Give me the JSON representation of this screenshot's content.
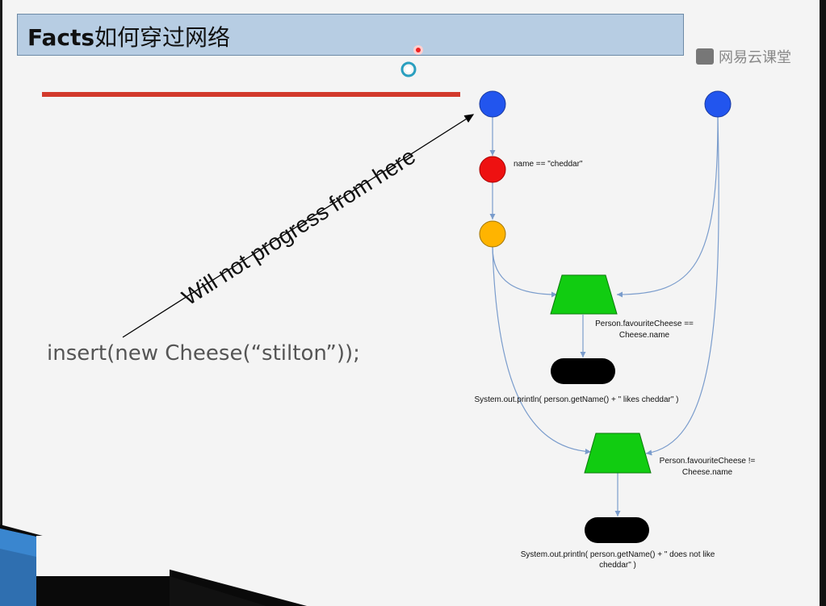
{
  "slide": {
    "title_latin": "Facts",
    "title_cjk": "如何穿过网络",
    "brand": "网易云课堂",
    "code": "insert(new Cheese(“stilton”));",
    "annotation": "Will not progress from here"
  },
  "diagram": {
    "nodes": {
      "object_type_cheese": {
        "color": "#2255ee"
      },
      "object_type_person": {
        "color": "#2255ee"
      },
      "alpha_node": {
        "color": "#ee1111",
        "label": "name == \"cheddar\""
      },
      "left_input_adapter": {
        "color": "#ffb400"
      },
      "join_equal": {
        "color": "#11cc11",
        "label_line1": "Person.favouriteCheese ==",
        "label_line2": "Cheese.name"
      },
      "join_not_equal": {
        "color": "#11cc11",
        "label_line1": "Person.favouriteCheese !=",
        "label_line2": "Cheese.name"
      },
      "terminal_likes": {
        "color": "#000000",
        "label": "System.out.println( person.getName() + \" likes cheddar\" )"
      },
      "terminal_not_like": {
        "color": "#000000",
        "label_line1": "System.out.println( person.getName() + \" does not like",
        "label_line2": "cheddar\" )"
      }
    },
    "edge_color": "#7a9ccc"
  }
}
